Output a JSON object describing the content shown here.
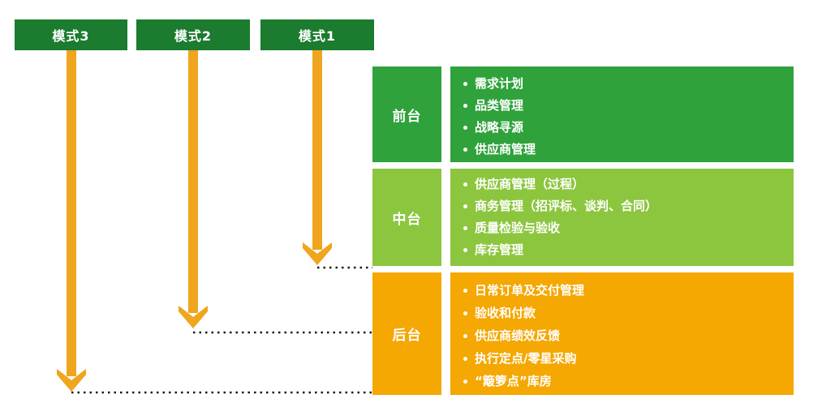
{
  "diagram": {
    "modes": [
      {
        "label": "模式3"
      },
      {
        "label": "模式2"
      },
      {
        "label": "模式1"
      }
    ],
    "rows": [
      {
        "label": "前台",
        "items": [
          "需求计划",
          "品类管理",
          "战略寻源",
          "供应商管理"
        ]
      },
      {
        "label": "中台",
        "items": [
          "供应商管理（过程）",
          "商务管理（招评标、谈判、合同）",
          "质量检验与验收",
          "库存管理"
        ]
      },
      {
        "label": "后台",
        "items": [
          "日常订单及交付管理",
          "验收和付款",
          "供应商绩效反馈",
          "执行定点/零星采购",
          "“簸箩点”库房"
        ]
      }
    ],
    "colors": {
      "mode_box_green": "#1b7b2e",
      "front_row_green": "#2fa23c",
      "middle_row_green": "#8cc63f",
      "back_row_orange": "#f5a702",
      "arrow_orange": "#efa51e",
      "dotted_line": "#1a1a1a",
      "text": "#ffffff",
      "background": "#ffffff"
    }
  }
}
